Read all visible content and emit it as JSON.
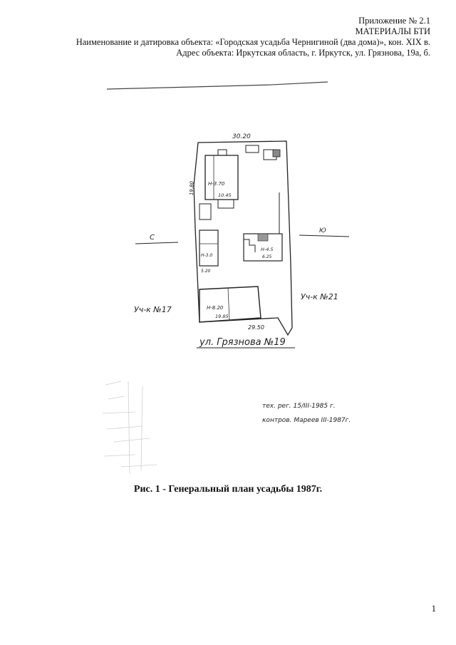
{
  "header": {
    "line1": "Приложение № 2.1",
    "line2": "МАТЕРИАЛЫ БТИ",
    "line3": "Наименование и датировка объекта: «Городская усадьба Чернигиной (два дома)», кон. XIX в.",
    "line4": "Адрес объекта: Иркутская область, г. Иркутск, ул. Грязнова, 19а, б."
  },
  "plan": {
    "top_dim": "30.20",
    "bottom_dim": "29.50",
    "left_side_dim": "19.80",
    "house1_height": "Н-3.70",
    "house1_dim": "10.45",
    "house2_height": "Н-8.20",
    "house2_dim": "19.85",
    "small_height": "Н-3.0",
    "small_dim": "5.20",
    "right_height": "Н-4.5",
    "right_dim": "6.25",
    "neighbor_left": "Уч-к №17",
    "neighbor_right": "Уч-к №21",
    "street": "ул. Грязнова №19",
    "north_left": "С",
    "north_right": "Ю",
    "note1": "тех. рег. 15/III-1985 г.",
    "note2": "контров. Мареев III-1987г."
  },
  "caption": "Рис. 1 - Генеральный план усадьбы 1987г.",
  "page_number": "1"
}
